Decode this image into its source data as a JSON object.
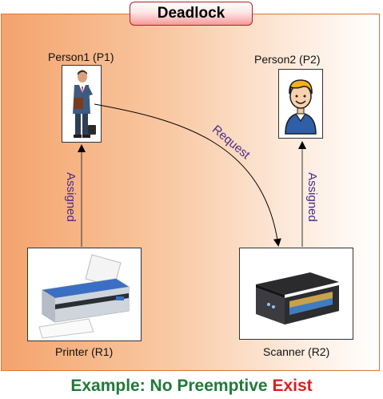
{
  "title": "Deadlock",
  "nodes": {
    "p1": {
      "label": "Person1 (P1)",
      "icon": "businessman-icon"
    },
    "p2": {
      "label": "Person2 (P2)",
      "icon": "person-avatar-icon"
    },
    "r1": {
      "label": "Printer (R1)",
      "icon": "printer-icon"
    },
    "r2": {
      "label": "Scanner (R2)",
      "icon": "scanner-icon"
    }
  },
  "edges": {
    "r1_to_p1": "Assigned",
    "r2_to_p2": "Assigned",
    "p1_to_r2": "Request"
  },
  "footer": {
    "part1": "Example: No Preemptive ",
    "part2": "Exist"
  },
  "colors": {
    "frame_gradient_left": "#f4a36c",
    "frame_border": "#d8763a",
    "title_border": "#b32020",
    "edge_label": "#4a2a8a",
    "footer_green": "#1f7a3a",
    "footer_red": "#d92020"
  }
}
